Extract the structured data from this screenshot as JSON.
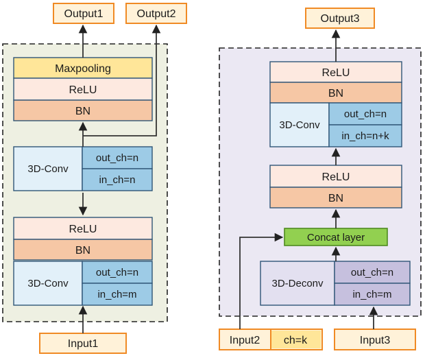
{
  "left_block": {
    "output1": "Output1",
    "output2": "Output2",
    "maxpooling": "Maxpooling",
    "relu_top": "ReLU",
    "bn_top": "BN",
    "conv_top": {
      "label": "3D-Conv",
      "out_ch": "out_ch=n",
      "in_ch": "in_ch=n"
    },
    "relu_bottom": "ReLU",
    "bn_bottom": "BN",
    "conv_bottom": {
      "label": "3D-Conv",
      "out_ch": "out_ch=n",
      "in_ch": "in_ch=m"
    },
    "input1": "Input1"
  },
  "right_block": {
    "output3": "Output3",
    "relu_top": "ReLU",
    "bn_top": "BN",
    "conv_top": {
      "label": "3D-Conv",
      "out_ch": "out_ch=n",
      "in_ch": "in_ch=n+k"
    },
    "relu_mid": "ReLU",
    "bn_mid": "BN",
    "concat": "Concat layer",
    "deconv": {
      "label": "3D-Deconv",
      "out_ch": "out_ch=n",
      "in_ch": "in_ch=m"
    },
    "input2": "Input2",
    "input2_ch": "ch=k",
    "input3": "Input3"
  },
  "colors": {
    "left_panel_bg": "#eef0e2",
    "right_panel_bg": "#ebe8f3",
    "io_fill": "#fff2d9",
    "io_stroke": "#f08a24",
    "maxpool_fill": "#ffe699",
    "relu_fill": "#fde9e0",
    "bn_fill": "#f6c7a5",
    "conv_label_fill": "#e2f0f9",
    "conv_ch_fill": "#9dcbe6",
    "deconv_label_fill": "#e3e0f0",
    "deconv_ch_fill": "#c6c0de",
    "concat_fill": "#92d050",
    "concat_stroke": "#4e8a1f",
    "block_stroke": "#2f5577",
    "arrow": "#3a3a3a"
  }
}
